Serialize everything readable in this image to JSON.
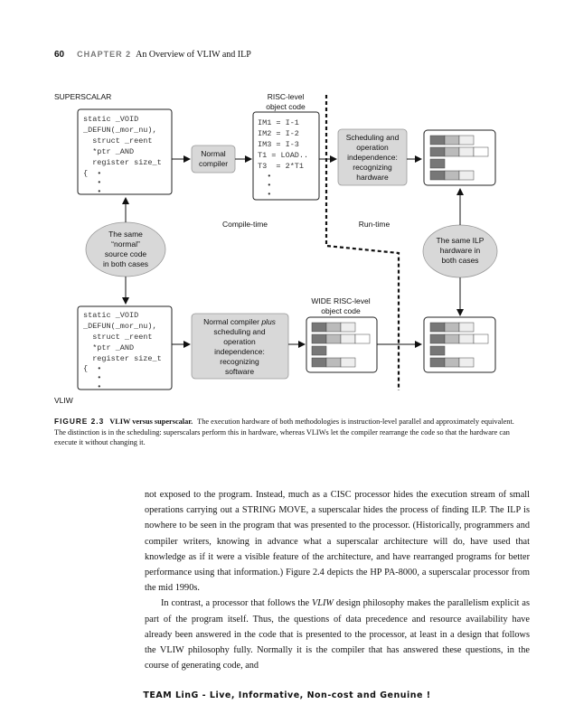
{
  "header": {
    "page_number": "60",
    "chapter_label": "CHAPTER 2",
    "chapter_title": "An Overview of VLIW and ILP"
  },
  "diagram": {
    "superscalar_label": "SUPERSCALAR",
    "vliw_label": "VLIW",
    "risc_label": [
      "RISC-level",
      "object code"
    ],
    "wide_risc_label": [
      "WIDE RISC-level",
      "object code"
    ],
    "compile_time": "Compile-time",
    "run_time": "Run-time",
    "source_code": [
      "static _VOID",
      "_DEFUN(_mor_nu),",
      "  struct _reent",
      "  *ptr _AND",
      "  register size_t",
      "{  •",
      "   •",
      "   •"
    ],
    "risc_code": [
      "IM1 = I-1",
      "IM2 = I-2",
      "IM3 = I-3",
      "T1 = LOAD..",
      "T3  = 2*T1",
      "  •",
      "  •",
      "  •"
    ],
    "normal_compiler": [
      "Normal",
      "compiler"
    ],
    "scheduling_hw": [
      "Scheduling and",
      "operation",
      "independence:",
      "recognizing",
      "hardware"
    ],
    "same_normal": [
      "The same",
      "“normal”",
      "source code",
      "in both cases"
    ],
    "same_ilp": [
      "The same ILP",
      "hardware in",
      "both cases"
    ],
    "normal_compiler_plus_prefix": "Normal compiler ",
    "normal_compiler_plus_em": "plus",
    "normal_compiler_plus_rest": [
      "scheduling and",
      "operation",
      "independence:",
      "recognizing",
      "software"
    ]
  },
  "caption": {
    "figure_number": "FIGURE 2.3",
    "title": "VLIW versus superscalar.",
    "text": "The execution hardware of both methodologies is instruction-level parallel and approximately equivalent. The distinction is in the scheduling: superscalars perform this in hardware, whereas VLIWs let the compiler rearrange the code so that the hardware can execute it without changing it."
  },
  "body": {
    "p1": "not exposed to the program. Instead, much as a CISC processor hides the execution stream of small operations carrying out a STRING MOVE, a superscalar hides the process of finding ILP. The ILP is nowhere to be seen in the program that was presented to the processor. (Historically, programmers and compiler writers, knowing in advance what a superscalar architecture will do, have used that knowledge as if it were a visible feature of the architecture, and have rearranged programs for better performance using that information.) Figure 2.4 depicts the HP PA-8000, a superscalar processor from the mid 1990s.",
    "p2_a": "In contrast, a processor that follows the ",
    "p2_em": "VLIW",
    "p2_b": " design philosophy makes the parallelism explicit as part of the program itself. Thus, the questions of data precedence and resource availability have already been answered in the code that is presented to the processor, at least in a design that follows the VLIW philosophy fully. Normally it is the compiler that has answered these questions, in the course of generating code, and"
  },
  "footer": "TEAM LinG - Live, Informative, Non-cost and Genuine !"
}
